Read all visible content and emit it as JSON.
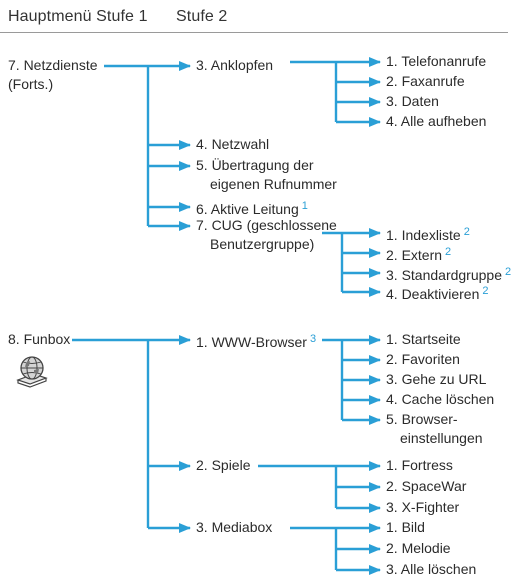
{
  "header": {
    "col1": "Hauptmenü Stufe 1",
    "col2": "Stufe 2"
  },
  "menu": {
    "netzdienste": {
      "title": "7. Netzdienste",
      "subtitle": "(Forts.)",
      "anklopfen": {
        "label": "3. Anklopfen",
        "items": [
          "1. Telefonanrufe",
          "2. Faxanrufe",
          "3. Daten",
          "4. Alle aufheben"
        ]
      },
      "netzwahl": "4. Netzwahl",
      "uebertragung_line1": "5. Übertragung der",
      "uebertragung_line2": "eigenen Rufnummer",
      "aktive_leitung": "6. Aktive Leitung",
      "aktive_leitung_note": "1",
      "cug": {
        "line1": "7. CUG (geschlossene",
        "line2": "Benutzergruppe)",
        "items": [
          "1. Indexliste",
          "2. Extern",
          "3. Standardgruppe",
          "4. Deaktivieren"
        ],
        "notes": [
          "2",
          "2",
          "2",
          "2"
        ]
      }
    },
    "funbox": {
      "title": "8. Funbox",
      "icon": "funbox-globe-icon",
      "browser": {
        "label": "1. WWW-Browser",
        "note": "3",
        "items": [
          "1. Startseite",
          "2. Favoriten",
          "3. Gehe zu URL",
          "4. Cache löschen",
          "5. Browser-"
        ],
        "item5_line2": "einstellungen"
      },
      "spiele": {
        "label": "2. Spiele",
        "items": [
          "1. Fortress",
          "2. SpaceWar",
          "3. X-Fighter"
        ]
      },
      "mediabox": {
        "label": "3. Mediabox",
        "items": [
          "1. Bild",
          "2. Melodie",
          "3. Alle löschen"
        ]
      }
    }
  },
  "colors": {
    "arrow": "#2a9fd6",
    "text": "#2b2b2b",
    "note": "#2a9fd6"
  }
}
